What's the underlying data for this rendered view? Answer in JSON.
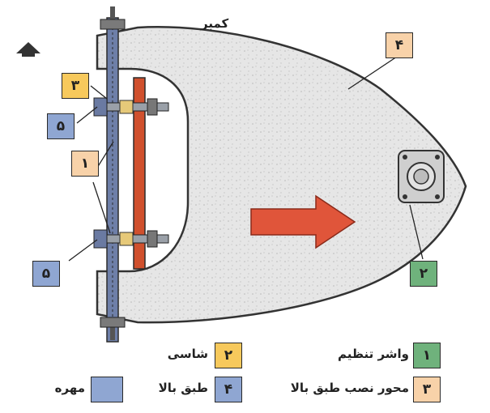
{
  "diagram": {
    "top_label": "کمبر",
    "callouts": {
      "four_top": "۴",
      "three": "۳",
      "five_top": "۵",
      "one": "۱",
      "five_bottom": "۵",
      "two": "۲"
    }
  },
  "legend": {
    "items": [
      {
        "num": "۱",
        "text": "واشر تنظیم"
      },
      {
        "num": "۲",
        "text": "شاسی"
      },
      {
        "num": "۳",
        "text": "محور نصب طبق بالا"
      },
      {
        "num": "۴",
        "text": "طبق بالا"
      },
      {
        "num": "",
        "text": "مهره"
      }
    ]
  }
}
